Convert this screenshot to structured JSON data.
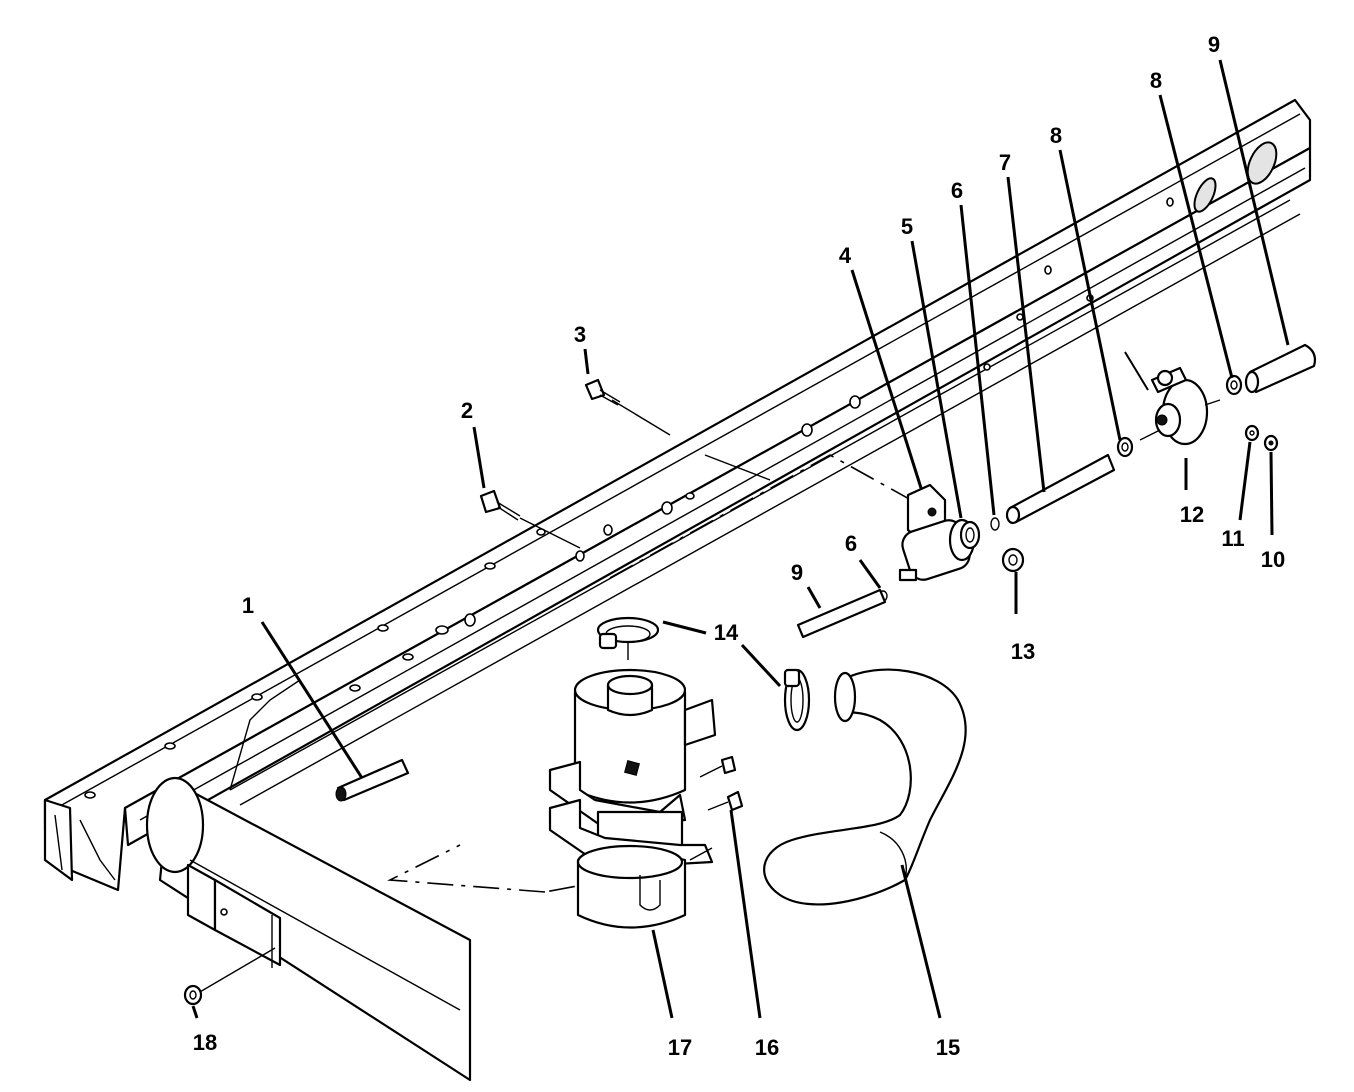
{
  "callouts": [
    {
      "id": "c1",
      "label": "1"
    },
    {
      "id": "c2",
      "label": "2"
    },
    {
      "id": "c3",
      "label": "3"
    },
    {
      "id": "c4",
      "label": "4"
    },
    {
      "id": "c5",
      "label": "5"
    },
    {
      "id": "c6a",
      "label": "6"
    },
    {
      "id": "c6b",
      "label": "6"
    },
    {
      "id": "c7",
      "label": "7"
    },
    {
      "id": "c8a",
      "label": "8"
    },
    {
      "id": "c8b",
      "label": "8"
    },
    {
      "id": "c9a",
      "label": "9"
    },
    {
      "id": "c9b",
      "label": "9"
    },
    {
      "id": "c10",
      "label": "10"
    },
    {
      "id": "c11",
      "label": "11"
    },
    {
      "id": "c12",
      "label": "12"
    },
    {
      "id": "c13",
      "label": "13"
    },
    {
      "id": "c14",
      "label": "14"
    },
    {
      "id": "c15",
      "label": "15"
    },
    {
      "id": "c16",
      "label": "16"
    },
    {
      "id": "c17",
      "label": "17"
    },
    {
      "id": "c18",
      "label": "18"
    }
  ]
}
